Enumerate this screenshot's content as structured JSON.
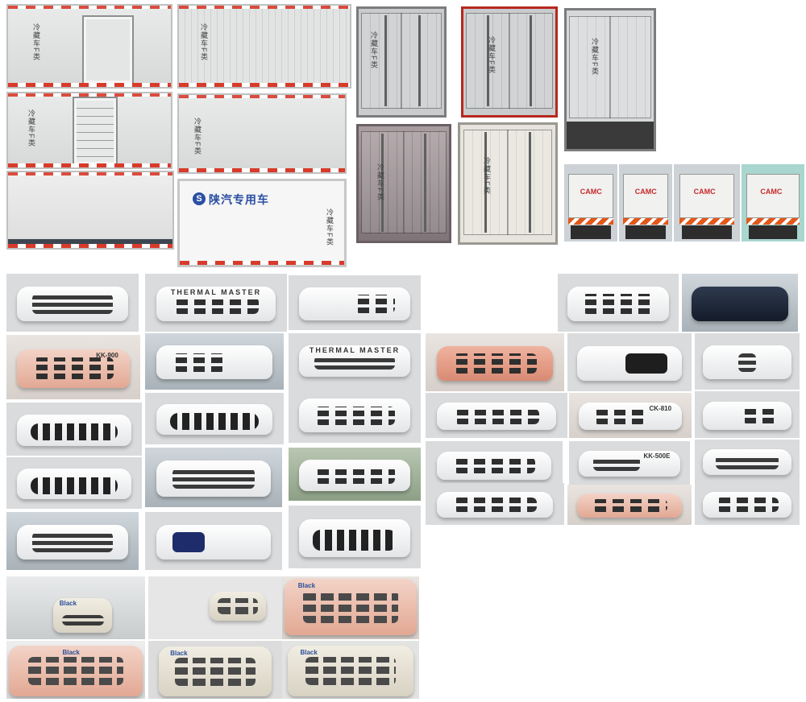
{
  "description_labels": {
    "vertical_cargo_text": "冷藏车F类",
    "brand_name": "陕汽专用车",
    "brand_logo_glyph": "S",
    "rear_logo": "CAMC",
    "unit_thermal_master": "THERMAL MASTER",
    "unit_kk_900": "KK-900",
    "unit_kk_500e": "KK-500E",
    "unit_blackberry": "Black",
    "unit_ck": "CK-810"
  },
  "colors": {
    "background": "#ffffff",
    "reflective_red": "#d83a2b",
    "panel_grey": "#e0e1e1",
    "brand_blue": "#2a4fa3"
  }
}
